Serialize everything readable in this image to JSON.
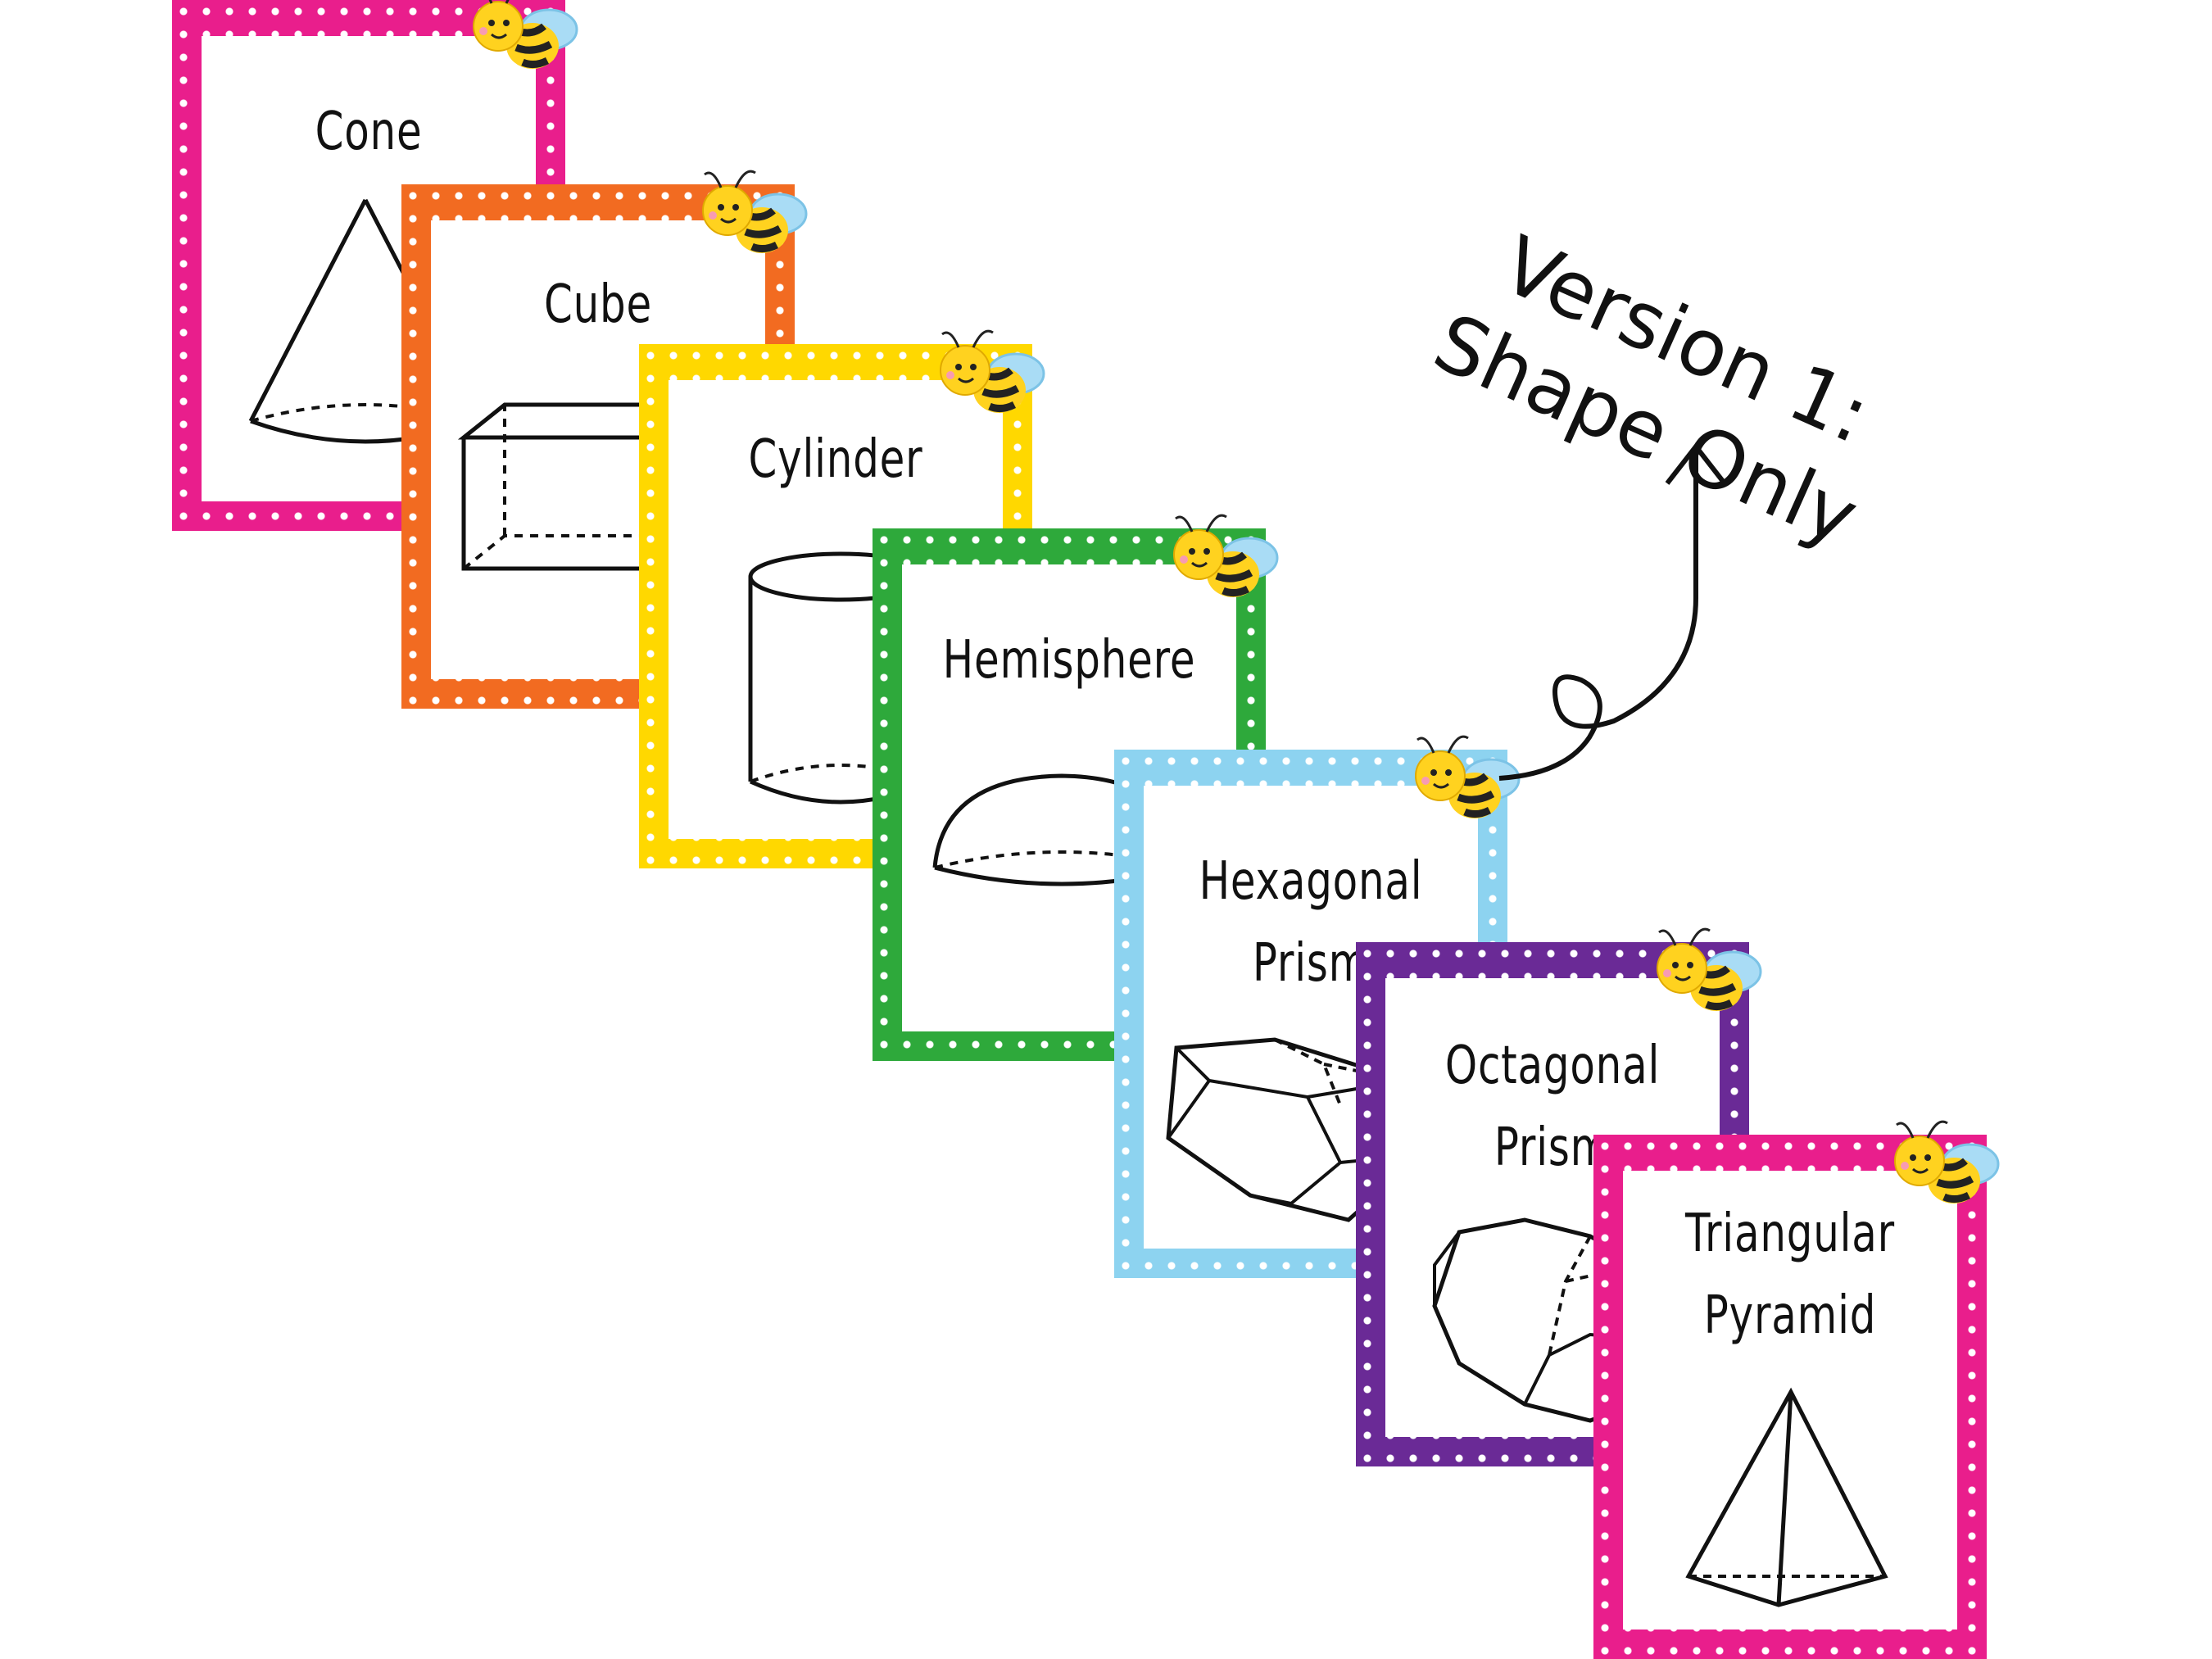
{
  "cards": [
    {
      "id": "cone",
      "label": "Cone",
      "color": "#e91e8c"
    },
    {
      "id": "cube",
      "label": "Cube",
      "color": "#f26b21"
    },
    {
      "id": "cylinder",
      "label": "Cylinder",
      "color": "#ffd800"
    },
    {
      "id": "hemisphere",
      "label": "Hemisphere",
      "color": "#2ea93b"
    },
    {
      "id": "hexagonal",
      "label_line1": "Hexagonal",
      "label_line2": "Prism",
      "color": "#8dd3f0"
    },
    {
      "id": "octagonal",
      "label_line1": "Octagonal",
      "label_line2": "Prism",
      "color": "#6a2a96"
    },
    {
      "id": "triangular",
      "label_line1": "Triangular",
      "label_line2": "Pyramid",
      "color": "#e91e8c"
    }
  ],
  "version": {
    "line1": "Version 1:",
    "line2": "Shape Only"
  }
}
